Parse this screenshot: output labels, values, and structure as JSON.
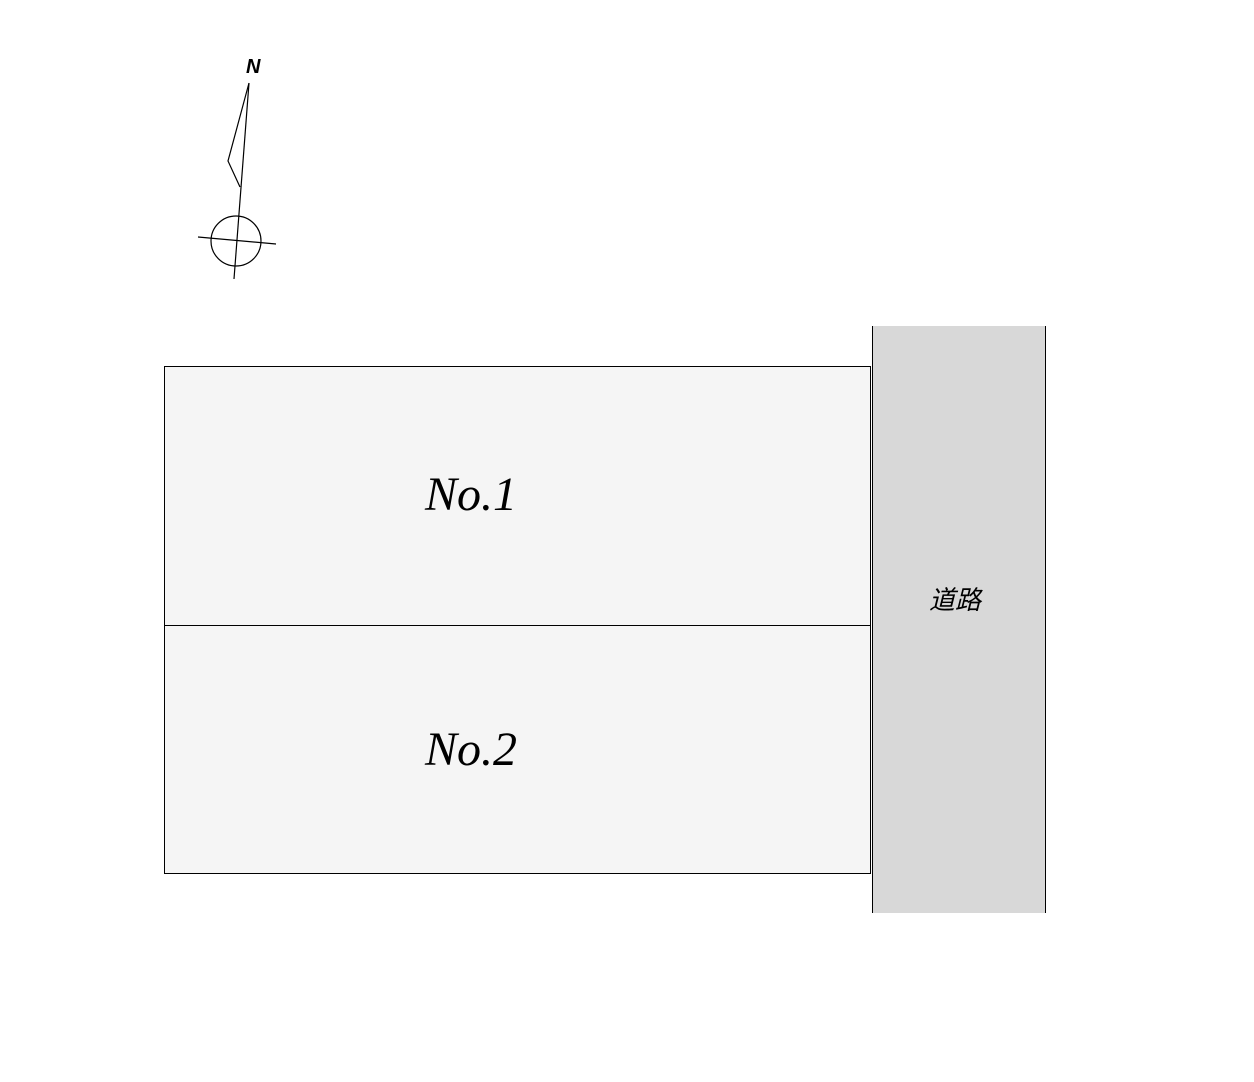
{
  "compass": {
    "label": "N"
  },
  "lots": [
    {
      "label": "No.1"
    },
    {
      "label": "No.2"
    }
  ],
  "road": {
    "label": "道路"
  },
  "colors": {
    "lot_fill": "#f5f5f5",
    "road_fill": "#d8d8d8"
  }
}
